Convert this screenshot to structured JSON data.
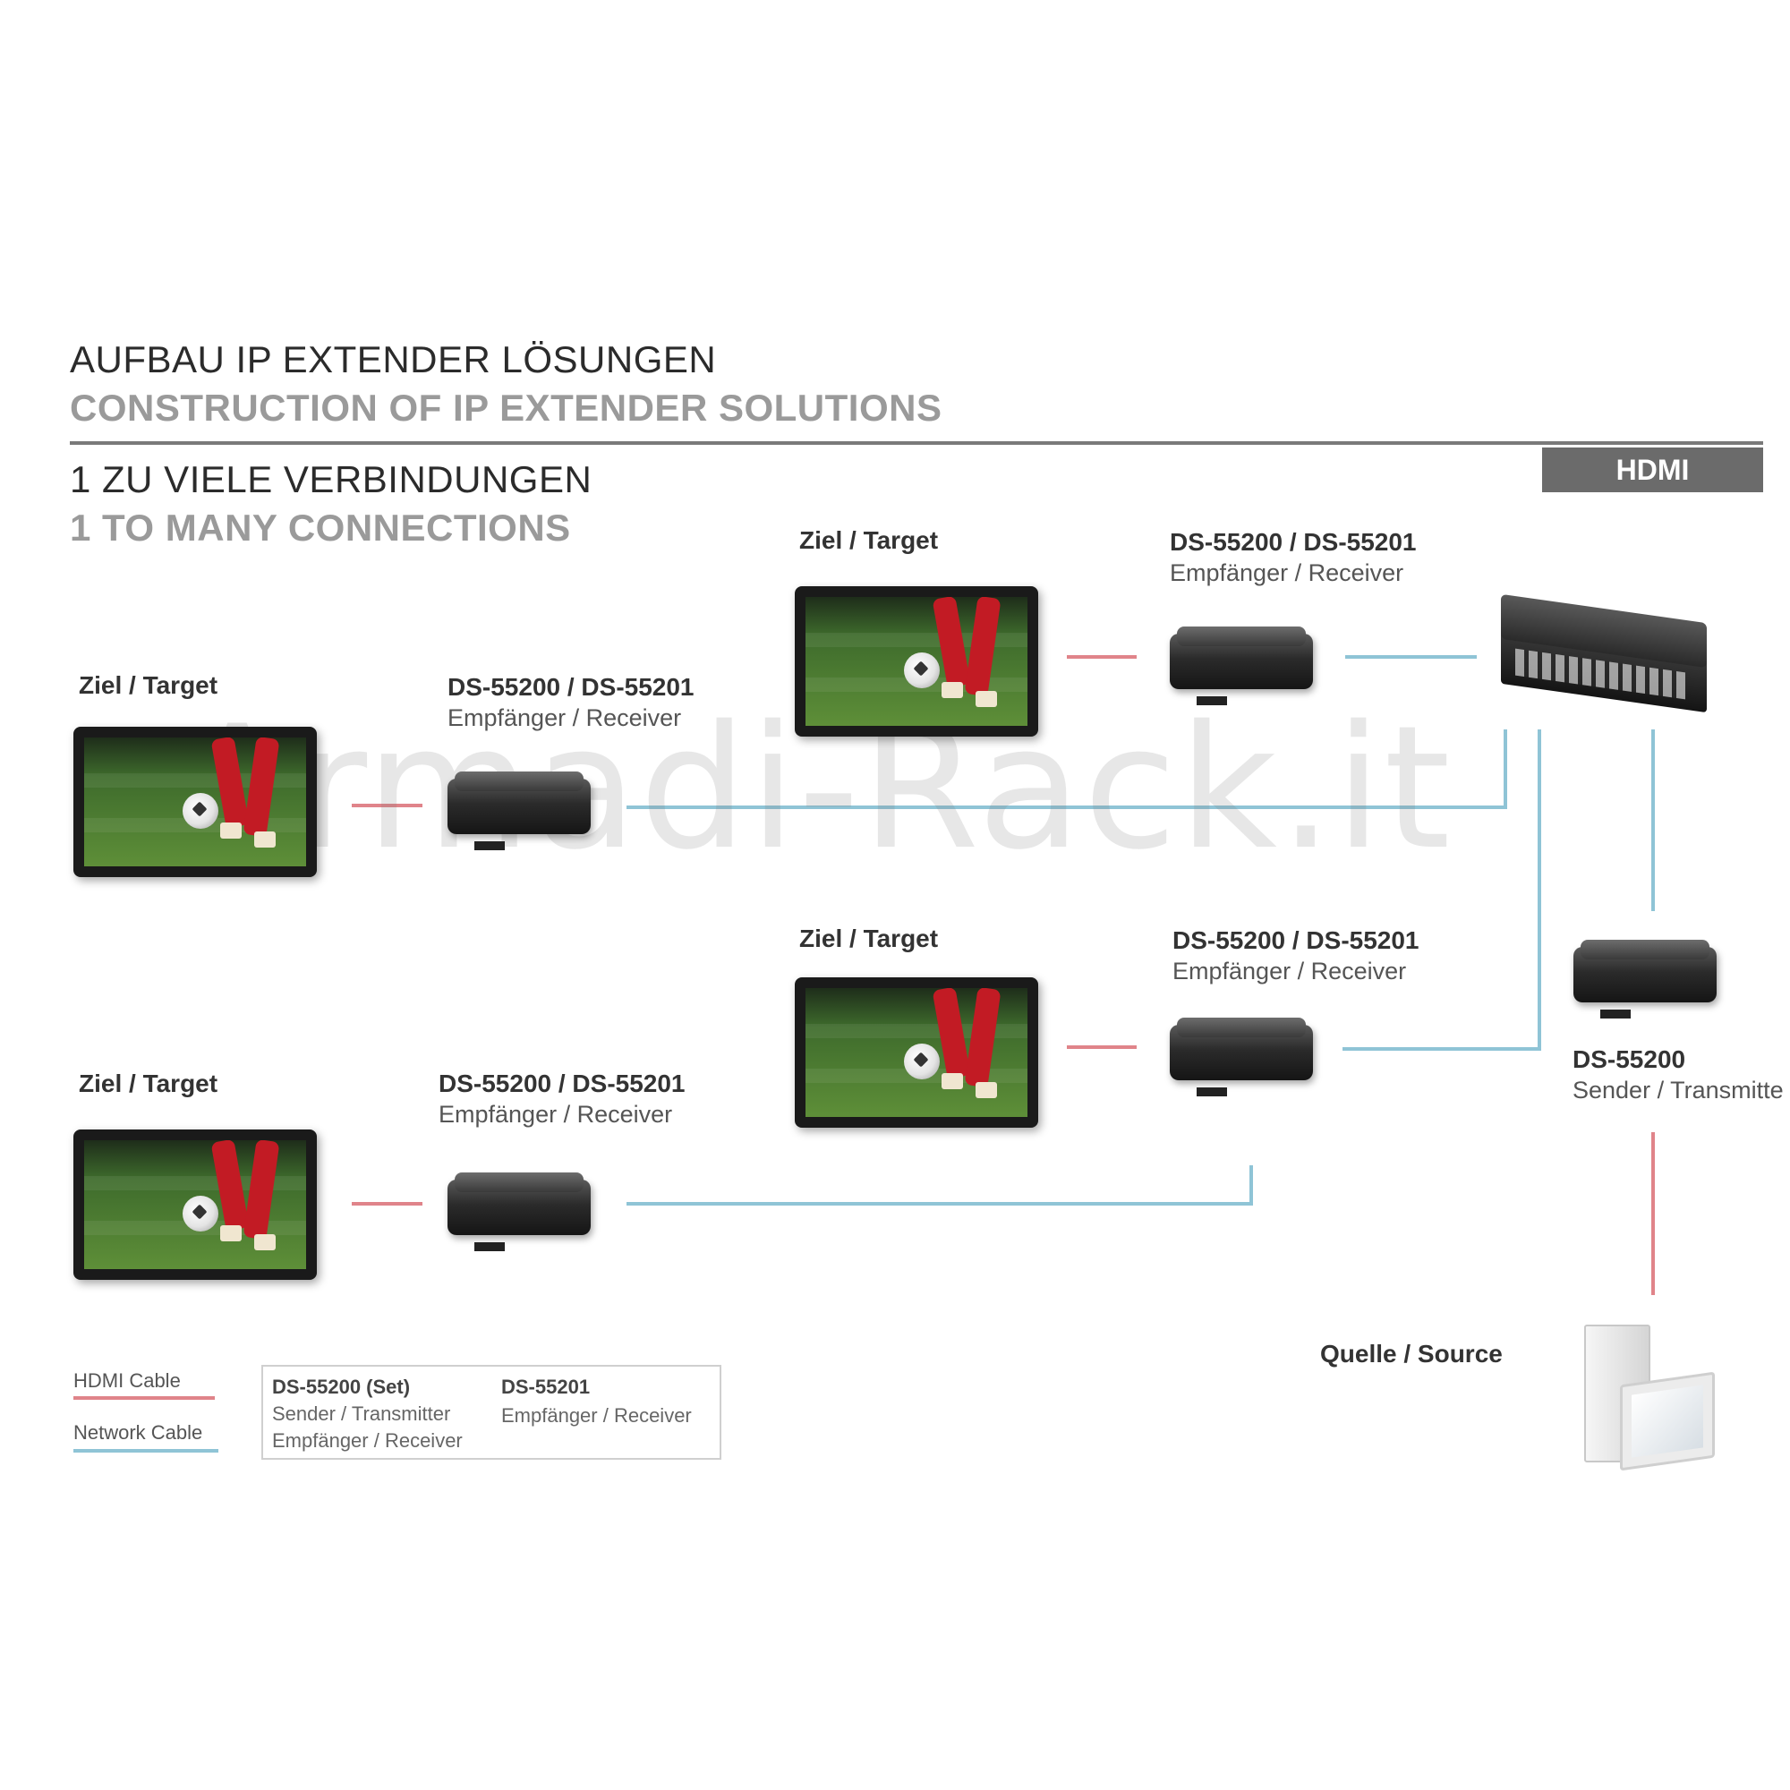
{
  "header": {
    "title_de": "AUFBAU IP EXTENDER LÖSUNGEN",
    "title_en": "CONSTRUCTION OF IP EXTENDER SOLUTIONS",
    "subtitle_de": "1 ZU VIELE VERBINDUNGEN",
    "subtitle_en": "1 TO MANY CONNECTIONS",
    "badge": "HDMI"
  },
  "targets": [
    {
      "label": "Ziel / Target"
    },
    {
      "label": "Ziel / Target"
    },
    {
      "label": "Ziel / Target"
    },
    {
      "label": "Ziel / Target"
    }
  ],
  "receivers": [
    {
      "model": "DS-55200 / DS-55201",
      "role": "Empfänger / Receiver"
    },
    {
      "model": "DS-55200 / DS-55201",
      "role": "Empfänger / Receiver"
    },
    {
      "model": "DS-55200 / DS-55201",
      "role": "Empfänger / Receiver"
    },
    {
      "model": "DS-55200 /  DS-55201",
      "role": "Empfänger / Receiver"
    }
  ],
  "sender": {
    "model": "DS-55200",
    "role": "Sender / Transmitte"
  },
  "source": {
    "label": "Quelle / Source"
  },
  "legend": {
    "hdmi_cable": "HDMI Cable",
    "network_cable": "Network Cable",
    "set_title": "DS-55200 (Set)",
    "set_line1": "Sender / Transmitter",
    "set_line2": "Empfänger / Receiver",
    "single_title": "DS-55201",
    "single_line1": "Empfänger / Receiver"
  },
  "watermark": "Armadi-Rack.it",
  "colors": {
    "hdmi": "#e0848a",
    "network": "#8fc4d6",
    "badge": "#6b6b6b"
  }
}
